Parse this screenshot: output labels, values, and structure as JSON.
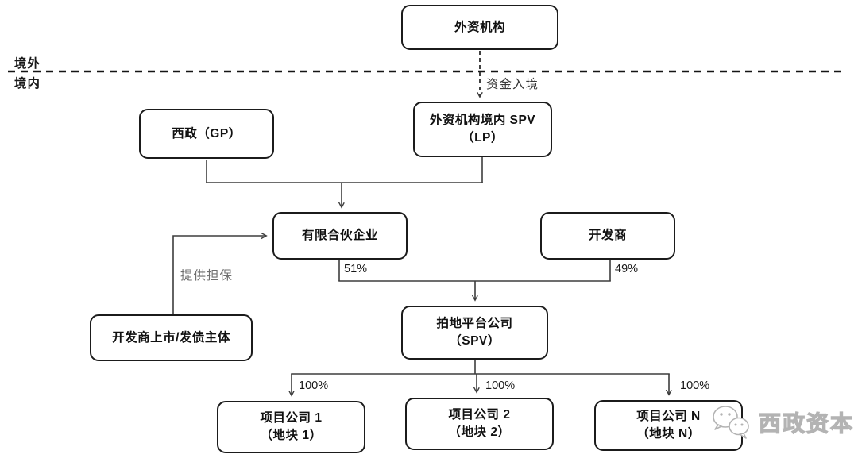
{
  "diagram": {
    "regions": {
      "outside": "境外",
      "inside": "境内"
    },
    "nodes": {
      "foreign_institution": {
        "label": "外资机构"
      },
      "gp": {
        "label": "西政（GP）"
      },
      "onshore_spv": {
        "line1": "外资机构境内 SPV",
        "line2": "（LP）"
      },
      "limited_partnership": {
        "label": "有限合伙企业"
      },
      "developer": {
        "label": "开发商"
      },
      "developer_entity": {
        "label": "开发商上市/发债主体"
      },
      "land_platform": {
        "line1": "拍地平台公司",
        "line2": "（SPV）"
      },
      "project1": {
        "line1": "项目公司 1",
        "line2": "（地块 1）"
      },
      "project2": {
        "line1": "项目公司 2",
        "line2": "（地块 2）"
      },
      "projectN": {
        "line1": "项目公司 N",
        "line2": "（地块 N）"
      }
    },
    "edge_labels": {
      "funds_inbound": "资金入境",
      "lp_share": "51%",
      "developer_share": "49%",
      "guarantee": "提供担保",
      "project1_share": "100%",
      "project2_share": "100%",
      "projectN_share": "100%"
    },
    "watermark": {
      "icon": "wechat-icon",
      "text": "西政资本"
    },
    "colors": {
      "box_border": "#1b1b1b",
      "line": "#3d3d3d",
      "boundary_line": "#141414",
      "guarantee_label": "#6e6e6e",
      "watermark": "#b3b3b3"
    }
  }
}
